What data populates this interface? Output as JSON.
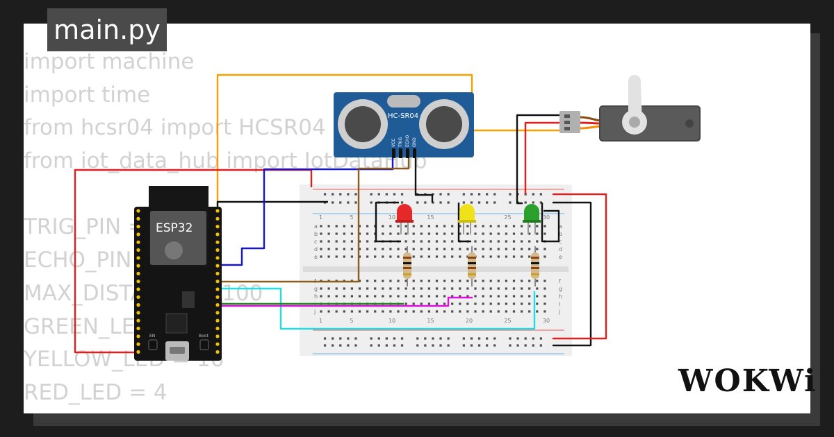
{
  "file_tab": {
    "label": "main.py"
  },
  "code_lines": [
    "import machine",
    "import time",
    "from hcsr04 import HCSR04",
    "from iot_data_hub import IotDataHub",
    "",
    "TRIG_PIN = 5",
    "ECHO_PIN = 18",
    "MAX_DISTANCE = 100",
    "GREEN_LED = 17",
    "YELLOW_LED = 16",
    "RED_LED = 4"
  ],
  "components": {
    "mcu_label": "ESP32",
    "mcu_buttons": [
      "EN",
      "Boot"
    ],
    "sensor_label": "HC-SR04",
    "sensor_pins": [
      "VCC",
      "TRIG",
      "ECHO",
      "GND"
    ],
    "breadboard_columns": [
      "1",
      "5",
      "10",
      "15",
      "20",
      "25",
      "30"
    ],
    "breadboard_rows_top": [
      "a",
      "b",
      "c",
      "d",
      "e"
    ],
    "breadboard_rows_bottom": [
      "f",
      "g",
      "h",
      "i",
      "j"
    ],
    "leds": [
      {
        "color": "red",
        "hex": "#e52929"
      },
      {
        "color": "yellow",
        "hex": "#f0e21a"
      },
      {
        "color": "green",
        "hex": "#2ca02c"
      }
    ]
  },
  "wire_colors": {
    "red": "#e01e1e",
    "black": "#111111",
    "blue": "#1515d6",
    "orange": "#f5a000",
    "brown": "#8b5a1e",
    "cyan": "#20dde6",
    "green": "#1c8c1c",
    "magenta": "#dd11dd"
  },
  "brand": {
    "logo_text": "WOKWi"
  }
}
